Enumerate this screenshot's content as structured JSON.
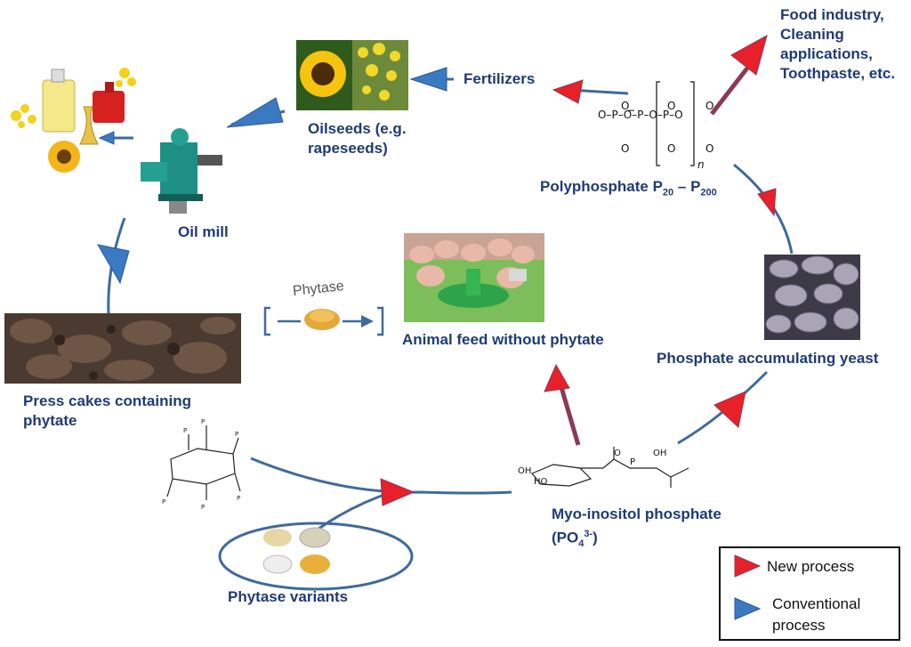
{
  "labels": {
    "food_industry": [
      "Food industry,",
      "Cleaning",
      "applications,",
      "Toothpaste, etc."
    ],
    "fertilizers": "Fertilizers",
    "oilseeds": [
      "Oilseeds (e.g.",
      "rapeseeds)"
    ],
    "oil_mill": "Oil mill",
    "polyphosphate": {
      "base": "Polyphosphate P",
      "sub1": "20",
      "dash": " – P",
      "sub2": "200"
    },
    "phytase": "Phytase",
    "animal_feed": "Animal feed without phytate",
    "yeast": "Phosphate accumulating yeast",
    "press_cakes": [
      "Press cakes containing",
      "phytate"
    ],
    "myo": {
      "line1": "Myo-inositol phosphate",
      "po": "(PO",
      "sub": "4",
      "sup": "3-",
      "close": ")"
    },
    "phytase_variants": "Phytase variants"
  },
  "polyphosphate_formula": {
    "o": "O",
    "charge": "−",
    "p": "P",
    "n": "n"
  },
  "myo_formula": [
    "OH",
    "HO",
    "O",
    "P",
    "OH"
  ],
  "legend": {
    "new": "New process",
    "conventional": [
      "Conventional",
      "process"
    ]
  },
  "colors": {
    "text": "#1f3b73",
    "arrow_line": "#3f6a9c",
    "new_process": "#e8202a",
    "conventional": "#3b79c2",
    "maroon_arrow": "#8b3a55"
  }
}
